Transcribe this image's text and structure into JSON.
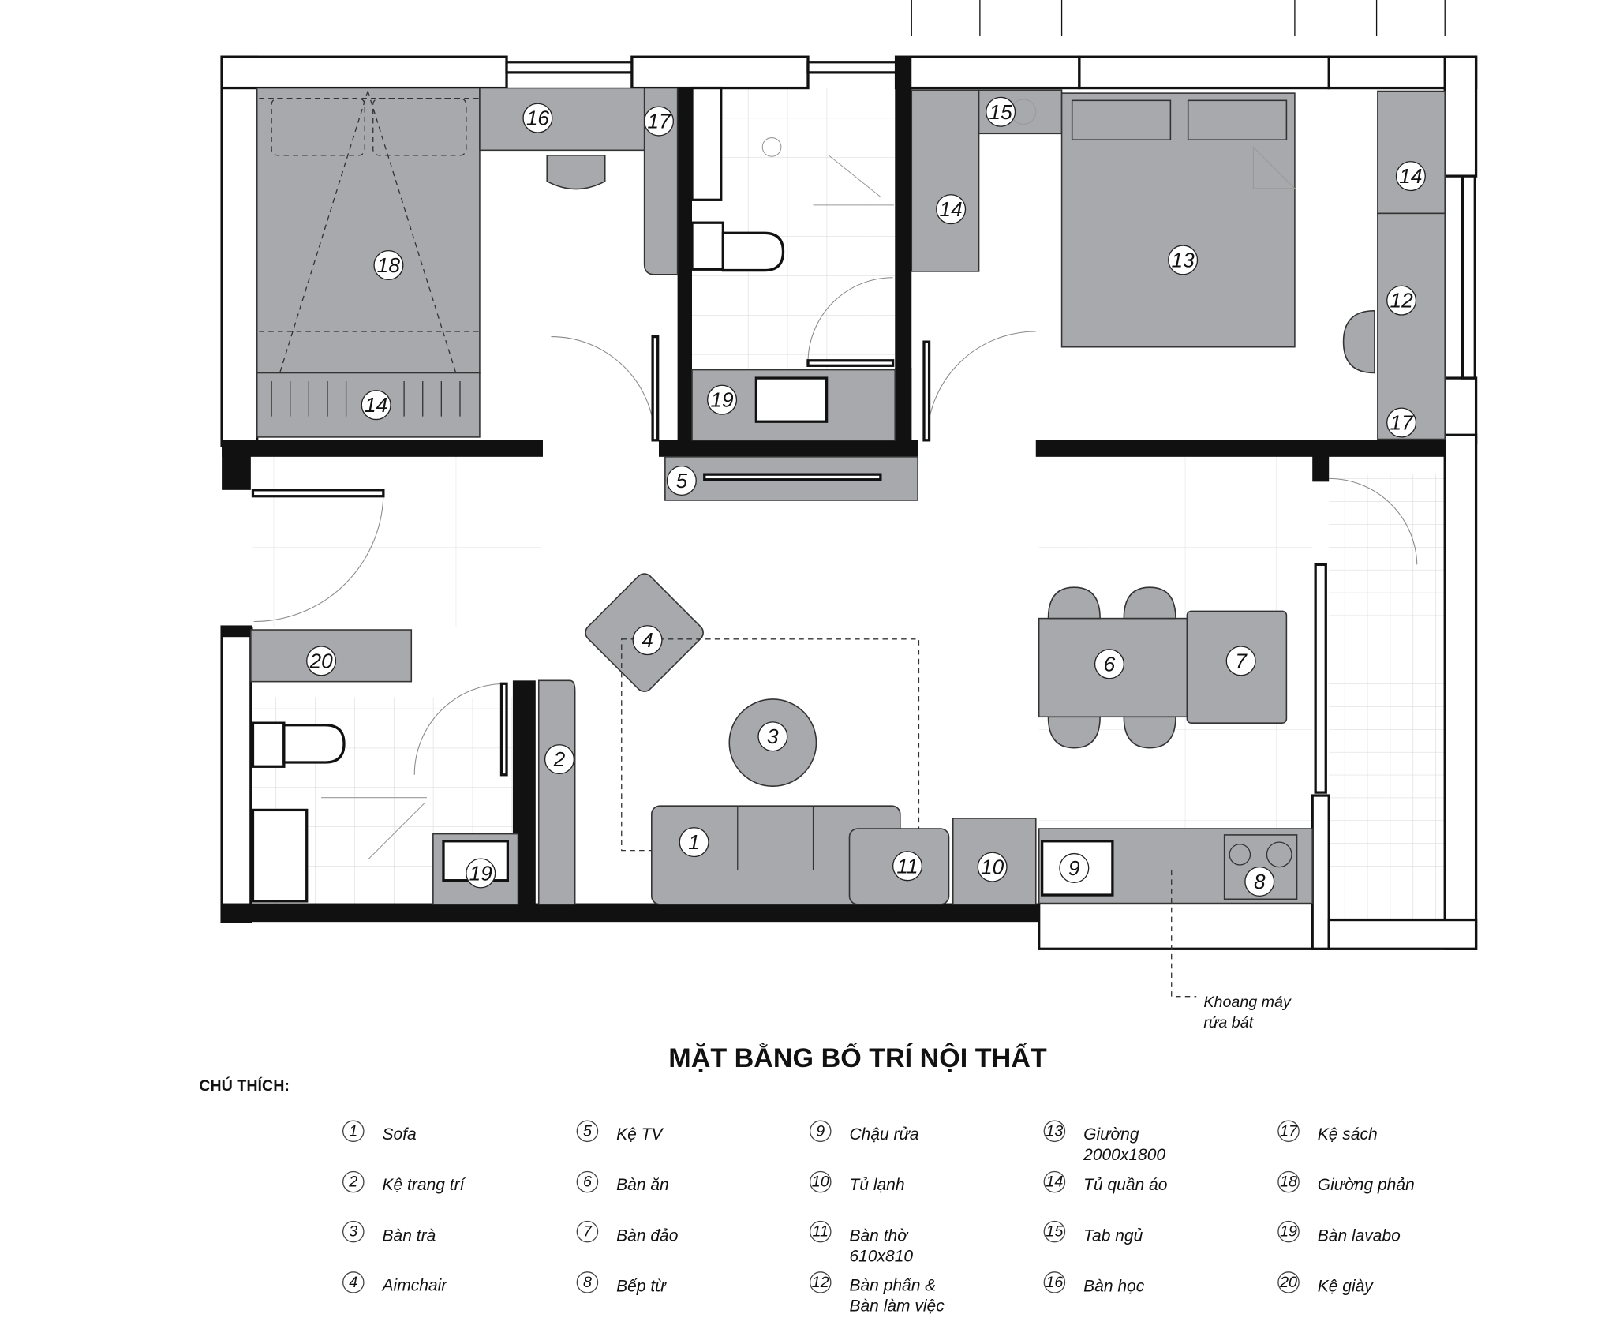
{
  "title": "MẶT BẰNG BỐ TRÍ NỘI THẤT",
  "legend_heading": "CHÚ THÍCH:",
  "annotation": {
    "line1": "Khoang máy",
    "line2": "rửa bát"
  },
  "colors": {
    "furniture": "#a7a9ac",
    "wall": "#111111",
    "tile_grid": "#d6d6d6"
  },
  "plan_markers": [
    "1",
    "2",
    "3",
    "4",
    "5",
    "6",
    "7",
    "8",
    "9",
    "10",
    "11",
    "12",
    "13",
    "14",
    "14",
    "14",
    "15",
    "16",
    "17",
    "17",
    "18",
    "19",
    "19",
    "20"
  ],
  "legend": [
    {
      "num": "1",
      "line1": "Sofa",
      "line2": ""
    },
    {
      "num": "2",
      "line1": "Kệ trang trí",
      "line2": ""
    },
    {
      "num": "3",
      "line1": "Bàn trà",
      "line2": ""
    },
    {
      "num": "4",
      "line1": "Aimchair",
      "line2": ""
    },
    {
      "num": "5",
      "line1": "Kệ TV",
      "line2": ""
    },
    {
      "num": "6",
      "line1": "Bàn ăn",
      "line2": ""
    },
    {
      "num": "7",
      "line1": "Bàn đảo",
      "line2": ""
    },
    {
      "num": "8",
      "line1": "Bếp từ",
      "line2": ""
    },
    {
      "num": "9",
      "line1": "Chậu rửa",
      "line2": ""
    },
    {
      "num": "10",
      "line1": "Tủ lạnh",
      "line2": ""
    },
    {
      "num": "11",
      "line1": "Bàn thờ",
      "line2": "610x810"
    },
    {
      "num": "12",
      "line1": "Bàn phấn &",
      "line2": "Bàn làm việc"
    },
    {
      "num": "13",
      "line1": "Giường",
      "line2": "2000x1800"
    },
    {
      "num": "14",
      "line1": "Tủ quần áo",
      "line2": ""
    },
    {
      "num": "15",
      "line1": "Tab ngủ",
      "line2": ""
    },
    {
      "num": "16",
      "line1": "Bàn học",
      "line2": ""
    },
    {
      "num": "17",
      "line1": "Kệ sách",
      "line2": ""
    },
    {
      "num": "18",
      "line1": "Giường phản",
      "line2": ""
    },
    {
      "num": "19",
      "line1": "Bàn lavabo",
      "line2": ""
    },
    {
      "num": "20",
      "line1": "Kệ giày",
      "line2": ""
    }
  ]
}
